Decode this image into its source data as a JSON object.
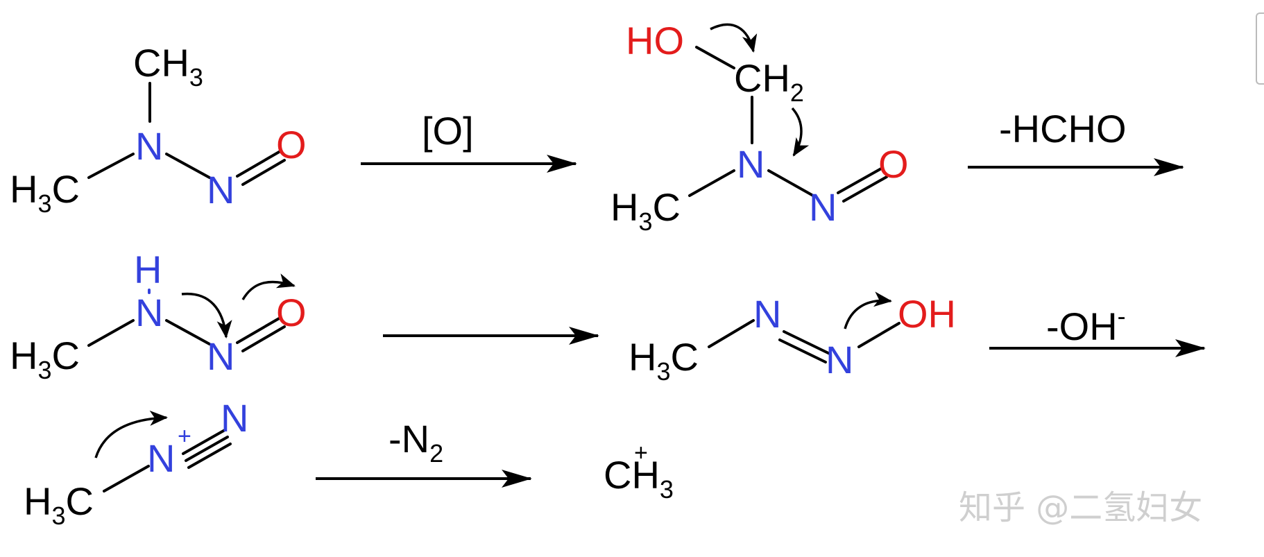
{
  "atoms": {
    "h3": "H",
    "three": "3",
    "two": "2",
    "c": "C",
    "ch": "CH",
    "n": "N",
    "o": "O",
    "h": "H",
    "ho": "HO",
    "oh": "OH",
    "plus": "+"
  },
  "conditions": {
    "step1": "[O]",
    "step2": "-HCHO",
    "step4_main": "-OH",
    "step4_sup": "-",
    "step5_main": "-N",
    "step5_sub": "2"
  },
  "watermark": "知乎 @二氢妇女",
  "colors": {
    "carbon": "#000000",
    "nitrogen": "#3341dd",
    "oxygen": "#e31c1c",
    "watermark": "#cfcfcf"
  }
}
